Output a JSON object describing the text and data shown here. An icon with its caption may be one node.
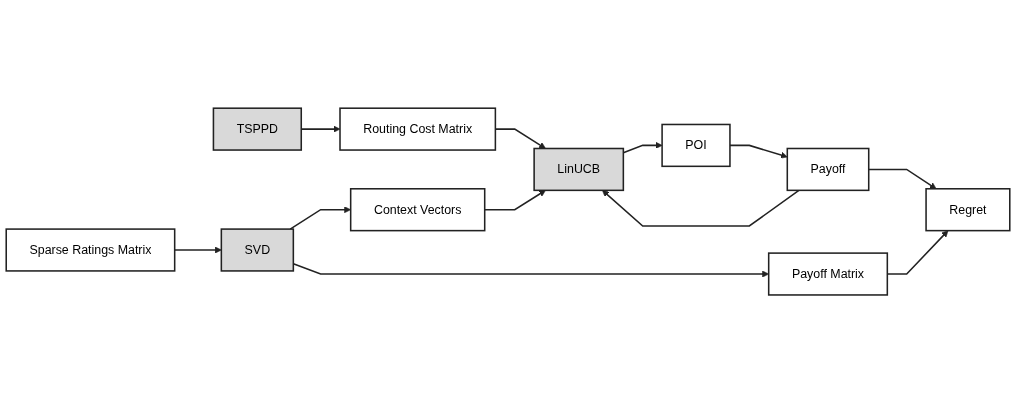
{
  "diagram": {
    "nodes": [
      {
        "text": [
          "TSPPD"
        ]
      },
      {
        "text": [
          "Routing Cost Matrix"
        ]
      },
      {
        "text": [
          "Sparse Ratings Matrix"
        ]
      },
      {
        "text": [
          "SVD"
        ]
      },
      {
        "text": [
          "Context Vectors"
        ]
      },
      {
        "text": [
          "LinUCB"
        ]
      },
      {
        "text": [
          "POI"
        ]
      },
      {
        "text": [
          "Payoff"
        ]
      },
      {
        "text": [
          "Payoff Matrix"
        ]
      },
      {
        "text": [
          "Regret"
        ]
      }
    ],
    "edges": [
      {
        "from": 0,
        "to": 1,
        "arrow": "to"
      },
      {
        "from": 1,
        "to": 5,
        "arrow": "to"
      },
      {
        "from": 2,
        "to": 3,
        "arrow": "to"
      },
      {
        "from": 3,
        "to": 4,
        "arrow": "to"
      },
      {
        "from": 3,
        "to": 8,
        "arrow": "to"
      },
      {
        "from": 4,
        "to": 5,
        "arrow": "to"
      },
      {
        "from": 5,
        "to": 6,
        "arrow": "to"
      },
      {
        "from": 6,
        "to": 7,
        "arrow": "to"
      },
      {
        "from": 7,
        "to": 5,
        "arrow": "to"
      },
      {
        "from": 7,
        "to": 9,
        "arrow": "to"
      },
      {
        "from": 8,
        "to": 9,
        "arrow": "to"
      }
    ]
  }
}
